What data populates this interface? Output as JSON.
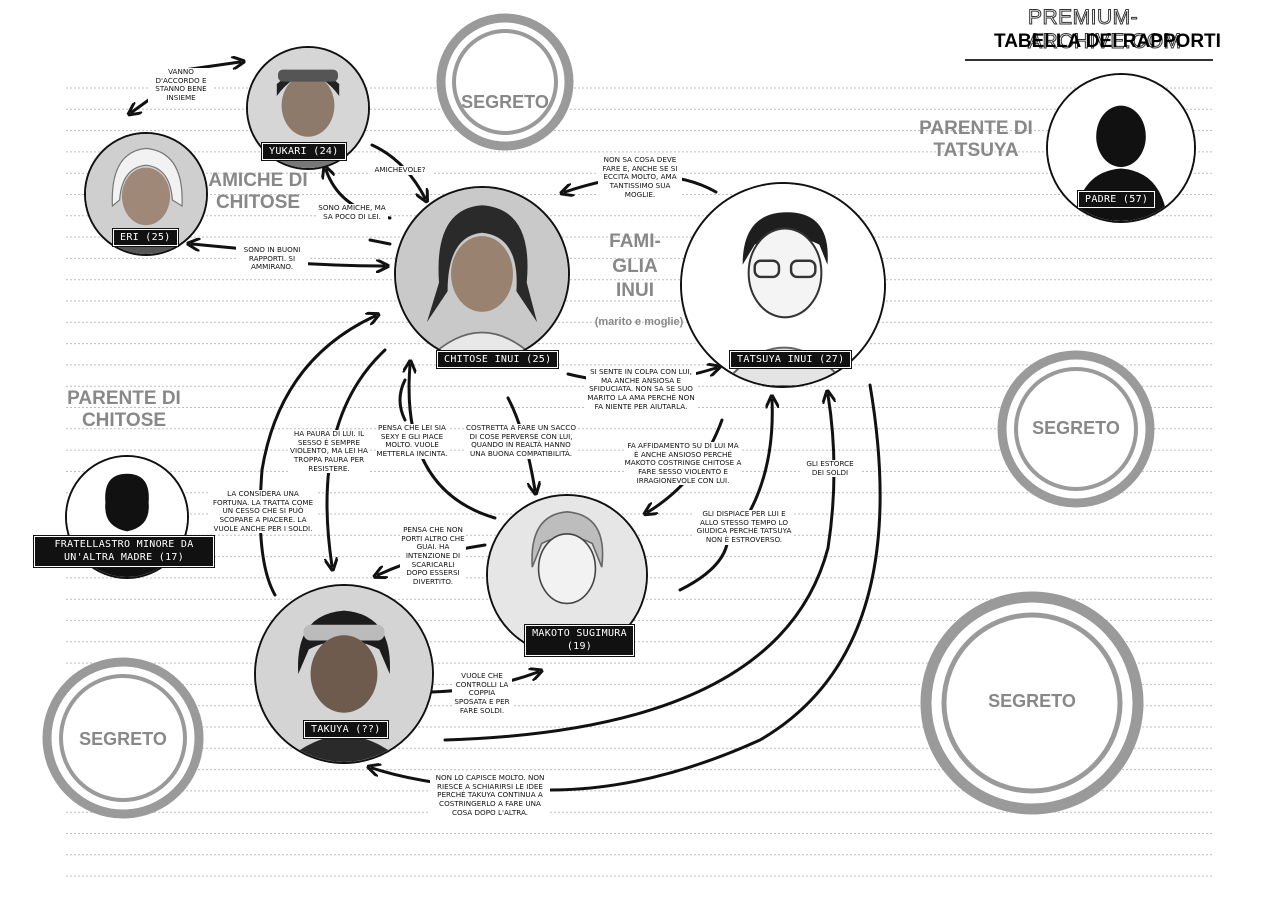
{
  "watermark": "PREMIUM-ARCHIVE.COM",
  "title": "TABELLA DEI RAPPORTI",
  "headings": {
    "friends": "AMICHE DI CHITOSE",
    "family": "FAMI- GLIA INUI",
    "family_sub": "(marito e moglie)",
    "chitose_relative": "PARENTE DI CHITOSE",
    "tatsuya_relative": "PARENTE DI TATSUYA"
  },
  "secret_label": "SEGRETO",
  "characters": {
    "yukari": "YUKARI (24)",
    "eri": "ERI (25)",
    "chitose": "CHITOSE INUI (25)",
    "tatsuya": "TATSUYA INUI (27)",
    "padre": "PADRE (57)",
    "fratellastro": "FRATELLASTRO MINORE DA UN'ALTRA MADRE (17)",
    "makoto": "MAKOTO SUGIMURA (19)",
    "takuya": "TAKUYA (??)"
  },
  "notes": {
    "yukari_eri": "VANNO D'ACCORDO E STANNO BENE INSIEME",
    "amichevole": "AMICHEVOLE?",
    "sono_amiche": "SONO AMICHE, MA SA POCO DI LEI.",
    "buoni_rapporti": "SONO IN BUONI RAPPORTI. SI AMMIRANO.",
    "tatsuya_chitose": "NON SA COSA DEVE FARE E, ANCHE SE SI ECCITA MOLTO, AMA TANTISSIMO SUA MOGLIE.",
    "chitose_tatsuya": "SI SENTE IN COLPA CON LUI, MA ANCHE ANSIOSA E SFIDUCIATA. NON SA SE SUO MARITO LA AMA PERCHÉ NON FA NIENTE PER AIUTARLA.",
    "paura": "HA PAURA DI LUI. IL SESSO È SEMPRE VIOLENTO, MA LEI HA TROPPA PAURA PER RESISTERE.",
    "pensa_sexy": "PENSA CHE LEI SIA SEXY E GLI PIACE MOLTO. VUOLE METTERLA INCINTA.",
    "costretta": "COSTRETTA A FARE UN SACCO DI COSE PERVERSE CON LUI, QUANDO IN REALTÀ HANNO UNA BUONA COMPATIBILITÀ.",
    "affidamento": "FA AFFIDAMENTO SU DI LUI MA È ANCHE ANSIOSO PERCHÉ MAKOTO COSTRINGE CHITOSE A FARE SESSO VIOLENTO E IRRAGIONEVOLE CON LUI.",
    "estorce": "GLI ESTORCE DEI SOLDI",
    "fortuna": "LA CONSIDERA UNA FORTUNA. LA TRATTA COME UN CESSO CHE SI PUÒ SCOPARE A PIACERE. LA VUOLE ANCHE PER I SOLDI.",
    "guai": "PENSA CHE NON PORTI ALTRO CHE GUAI. HA INTENZIONE DI SCARICARLI DOPO ESSERSI DIVERTITO.",
    "dispiace": "GLI DISPIACE PER LUI E ALLO STESSO TEMPO LO GIUDICA PERCHÉ TATSUYA NON È ESTROVERSO.",
    "controlli": "VUOLE CHE CONTROLLI LA COPPIA SPOSATA E PER FARE SOLDI.",
    "non_capisce": "NON LO CAPISCE MOLTO. NON RIESCE A SCHIARIRSI LE IDEE PERCHÉ TAKUYA CONTINUA A COSTRINGERLO A FARE UNA COSA DOPO L'ALTRA."
  },
  "colors": {
    "ink": "#111111",
    "gray_heading": "#888888",
    "paper": "#ffffff",
    "rule_lines": "#bdbdbd"
  }
}
